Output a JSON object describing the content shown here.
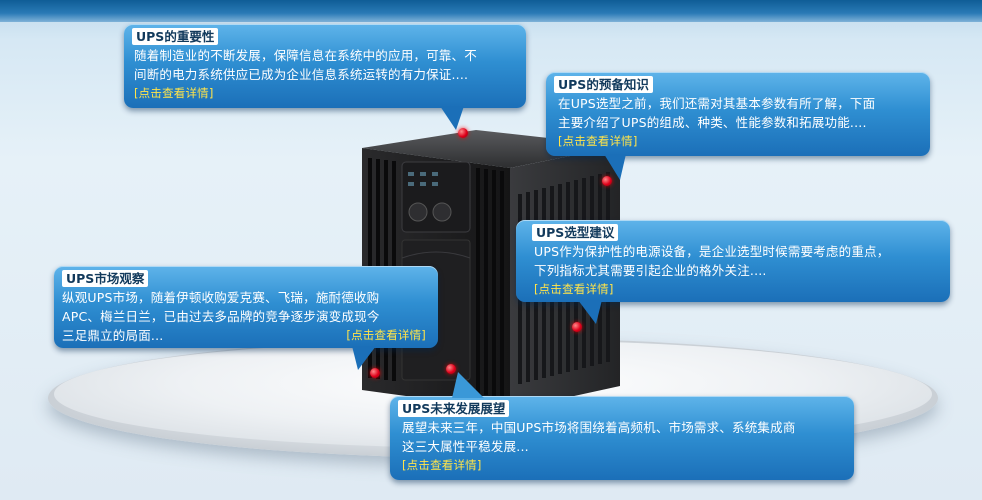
{
  "callouts": [
    {
      "id": "importance",
      "title": "UPS的重要性",
      "lines": [
        "随着制造业的不断发展，保障信息在系统中的应用，可靠、不",
        "间断的电力系统供应已成为企业信息系统运转的有力保证...."
      ],
      "more": "[点击查看详情]"
    },
    {
      "id": "knowledge",
      "title": "UPS的预备知识",
      "lines": [
        "在UPS选型之前，我们还需对其基本参数有所了解，下面",
        "主要介绍了UPS的组成、种类、性能参数和拓展功能...."
      ],
      "more": "[点击查看详情]"
    },
    {
      "id": "selection",
      "title": "UPS选型建议",
      "lines": [
        "UPS作为保护性的电源设备，是企业选型时候需要考虑的重点，",
        "下列指标尤其需要引起企业的格外关注...."
      ],
      "more": "[点击查看详情]"
    },
    {
      "id": "market",
      "title": "UPS市场观察",
      "lines": [
        "纵观UPS市场，随着伊顿收购爱克赛、飞瑞，施耐德收购",
        "APC、梅兰日兰，已由过去多品牌的竞争逐步演变成现今",
        "三足鼎立的局面..."
      ],
      "more": "[点击查看详情]"
    },
    {
      "id": "future",
      "title": "UPS未来发展展望",
      "lines": [
        "展望未来三年，中国UPS市场将围绕着高频机、市场需求、系统集成商",
        "这三大属性平稳发展..."
      ],
      "more": "[点击查看详情]"
    }
  ],
  "colors": {
    "accent_link": "#ffe44a",
    "callout_blue": "#2f8fd2",
    "hotspot_red": "#e0001a"
  }
}
